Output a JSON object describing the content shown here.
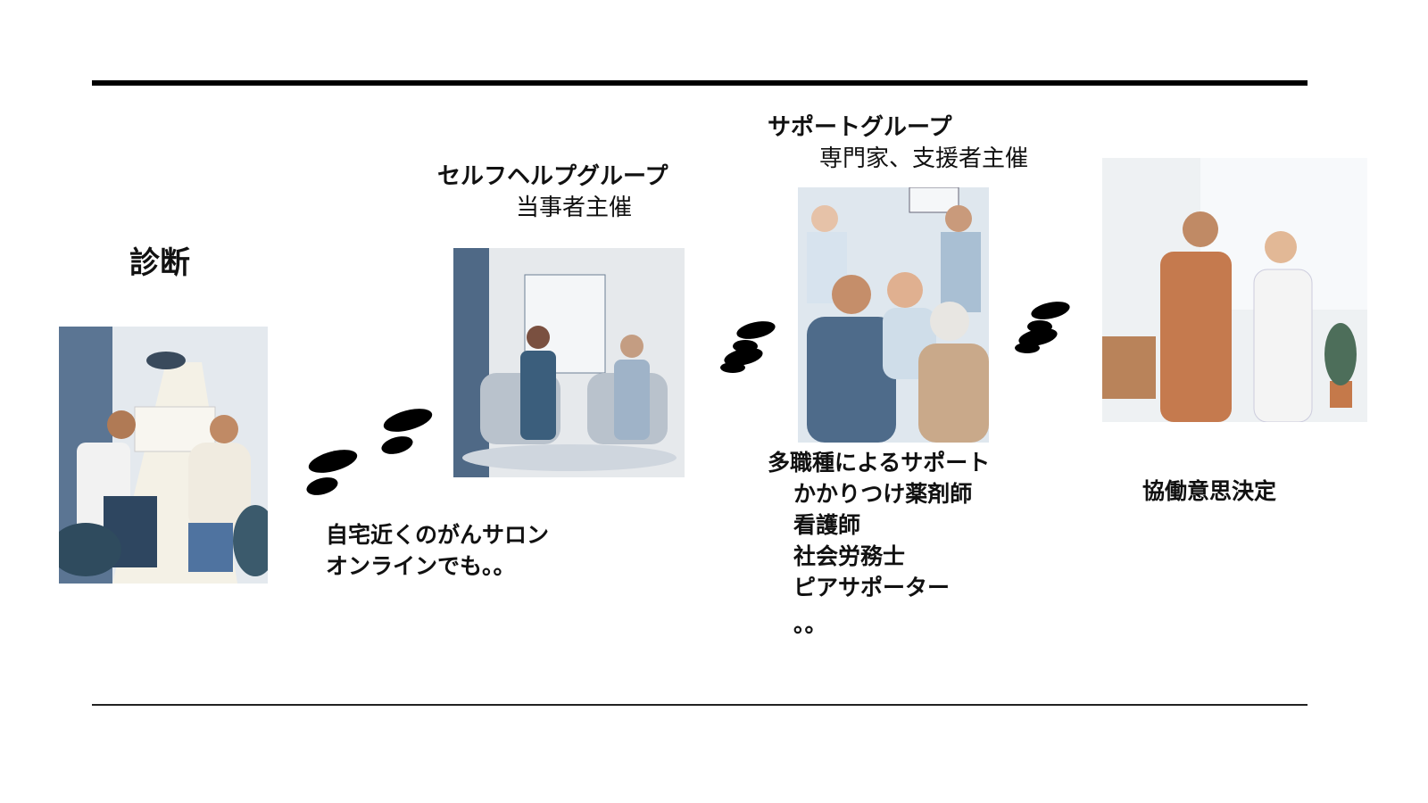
{
  "steps": {
    "diagnosis": {
      "title": "診断"
    },
    "self_help": {
      "title": "セルフヘルプグループ",
      "subtitle": "当事者主催",
      "notes": [
        "自宅近くのがんサロン",
        "オンラインでも。。"
      ]
    },
    "support_group": {
      "title": "サポートグループ",
      "subtitle": "専門家、支援者主催",
      "heading": "多職種によるサポート",
      "items": [
        "かかりつけ薬剤師",
        "看護師",
        "社会労務士",
        "ピアサポーター",
        "。。"
      ]
    },
    "shared_decision": {
      "title": "協働意思決定"
    }
  },
  "colors": {
    "accent": "#000000",
    "illustration_blue": "#4a6787",
    "illustration_bg": "#dfe6ee"
  }
}
